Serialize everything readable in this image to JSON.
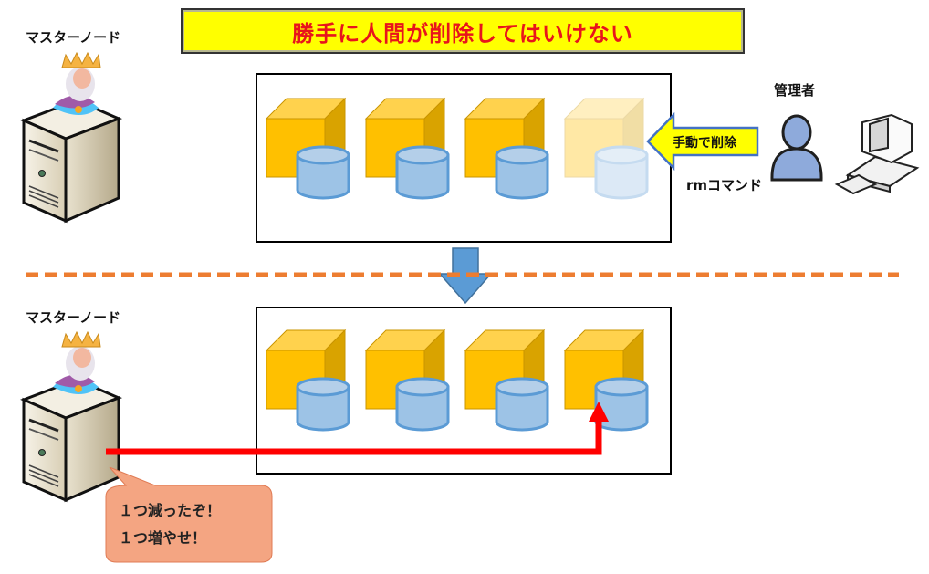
{
  "title": "勝手に人間が削除してはいけない",
  "top_section": {
    "master_node_label": "マスターノード",
    "admin_label": "管理者",
    "manual_delete_label": "手動で削除",
    "command_label": "rmコマンド",
    "pods": [
      {
        "state": "running"
      },
      {
        "state": "running"
      },
      {
        "state": "running"
      },
      {
        "state": "deleted"
      }
    ]
  },
  "bottom_section": {
    "master_node_label": "マスターノード",
    "pods": [
      {
        "state": "running"
      },
      {
        "state": "running"
      },
      {
        "state": "running"
      },
      {
        "state": "recreated"
      }
    ],
    "callout_lines": [
      "１つ減ったぞ！",
      "１つ増やせ！"
    ]
  },
  "colors": {
    "title_bg": "#ffff00",
    "title_text": "#e8141c",
    "cube_front": "#ffc000",
    "cube_top": "#ffd24d",
    "cube_side": "#d9a300",
    "cylinder": "#9dc3e6",
    "cylinder_stroke": "#5b9bd5",
    "divider": "#ed7d31",
    "down_arrow": "#5b9bd5",
    "red_arrow": "#ff0000",
    "callout_bg": "#f4a582"
  }
}
